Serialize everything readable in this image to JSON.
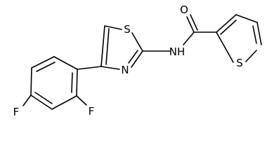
{
  "molecule": {
    "atoms": {
      "oxygen": "O",
      "nitrogen_amide": "NH",
      "nitrogen_thiazole": "N",
      "sulfur_thiazole": "S",
      "sulfur_thiophene": "S",
      "fluorine_ortho": "F",
      "fluorine_para": "F"
    }
  }
}
